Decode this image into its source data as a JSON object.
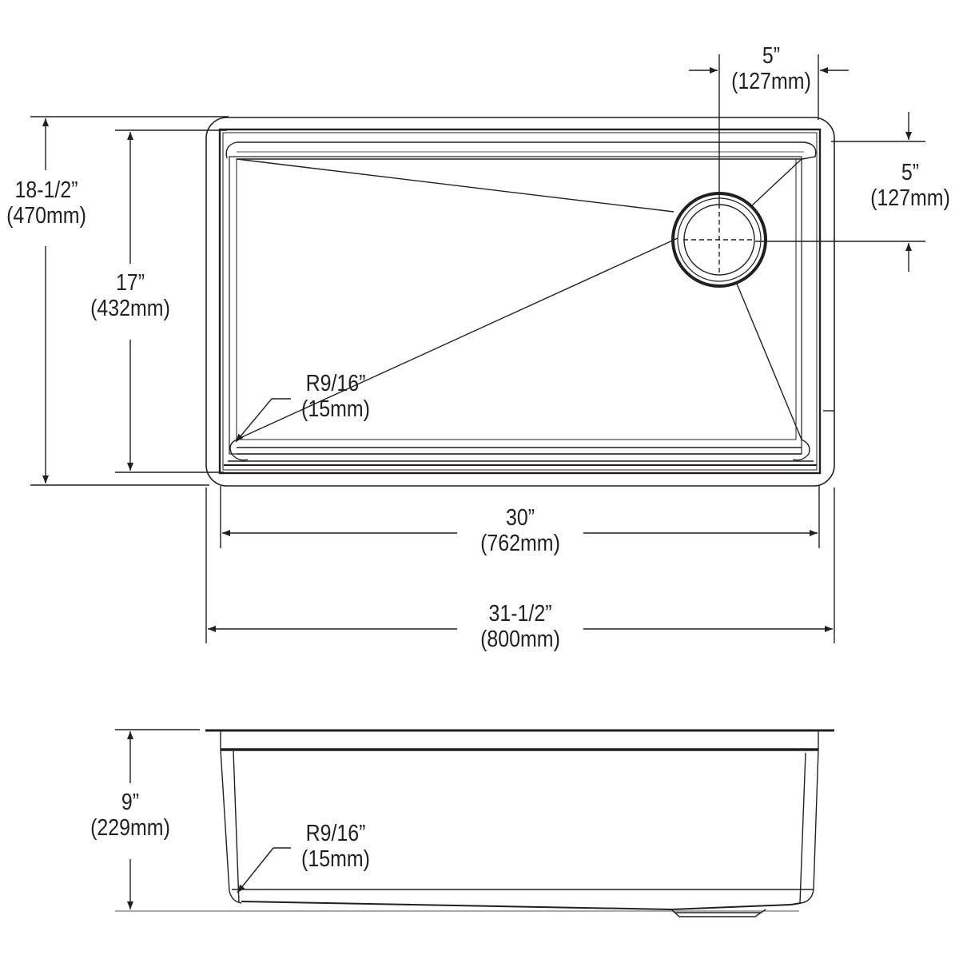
{
  "drawing": {
    "title": "Undermount sink dimension drawing",
    "line_color": "#231f20"
  },
  "top_view": {
    "overall_height": {
      "imperial": "18-1/2”",
      "metric": "(470mm)"
    },
    "bowl_height": {
      "imperial": "17”",
      "metric": "(432mm)"
    },
    "drain_offset_x": {
      "imperial": "5”",
      "metric": "(127mm)"
    },
    "drain_offset_y": {
      "imperial": "5”",
      "metric": "(127mm)"
    },
    "corner_radius": {
      "imperial": "R9/16”",
      "metric": "(15mm)"
    },
    "bowl_width": {
      "imperial": "30”",
      "metric": "(762mm)"
    },
    "overall_width": {
      "imperial": "31-1/2”",
      "metric": "(800mm)"
    }
  },
  "side_view": {
    "depth": {
      "imperial": "9”",
      "metric": "(229mm)"
    },
    "corner_radius": {
      "imperial": "R9/16”",
      "metric": "(15mm)"
    }
  }
}
